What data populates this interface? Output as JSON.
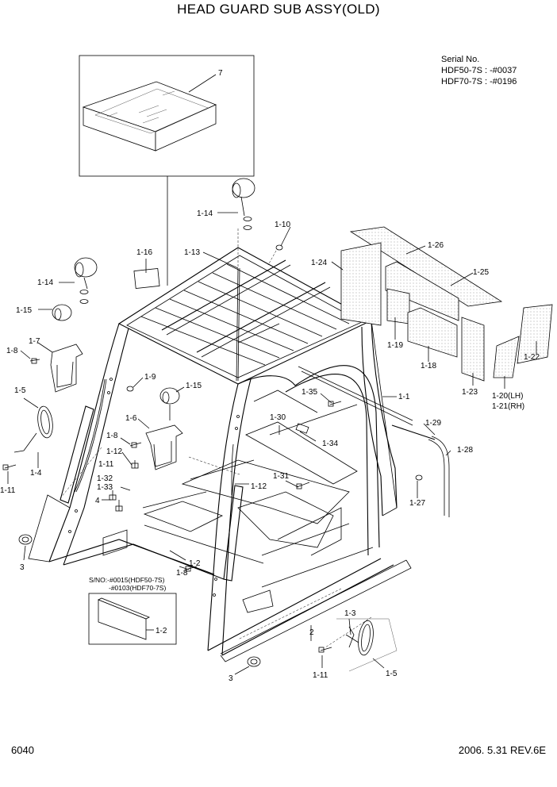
{
  "header": {
    "title": "HEAD GUARD SUB ASSY(OLD)"
  },
  "serial": {
    "heading": "Serial No.",
    "line1": "HDF50-7S : -#0037",
    "line2": "HDF70-7S : -#0196"
  },
  "footer": {
    "page_number": "6040",
    "date_rev": "2006. 5.31  REV.6E"
  },
  "note": {
    "line1": "S/NO:-#0015(HDF50-7S)",
    "line2": "-#0103(HDF70-7S)"
  },
  "callouts": {
    "c7": "7",
    "c1_14a": "1-14",
    "c1_10": "1-10",
    "c1_26": "1-26",
    "c1_16": "1-16",
    "c1_13": "1-13",
    "c1_24": "1-24",
    "c1_25": "1-25",
    "c1_14b": "1-14",
    "c1_15a": "1-15",
    "c1_19": "1-19",
    "c1_18": "1-18",
    "c1_23": "1-23",
    "c1_22": "1-22",
    "c1_8a": "1-8",
    "c1_7": "1-7",
    "c1_9": "1-9",
    "c1_15b": "1-15",
    "c1_1": "1-1",
    "c1_20": "1-20(LH)",
    "c1_21": "1-21(RH)",
    "c1_5a": "1-5",
    "c1_35": "1-35",
    "c1_6": "1-6",
    "c1_30": "1-30",
    "c1_29": "1-29",
    "c1_8b": "1-8",
    "c1_34": "1-34",
    "c1_12a": "1-12",
    "c1_28": "1-28",
    "c1_4": "1-4",
    "c1_11a": "1-11",
    "c1_32": "1-32",
    "c1_31": "1-31",
    "c1_33": "1-33",
    "c1_12b": "1-12",
    "c4": "4",
    "c1_27": "1-27",
    "c3a": "3",
    "c1_2a": "1-2",
    "c1_8c": "1-8",
    "c1_3": "1-3",
    "c1_2b": "1-2",
    "c2": "2",
    "c1_11b": "1-11",
    "c1_5b": "1-5",
    "c3b": "3"
  }
}
